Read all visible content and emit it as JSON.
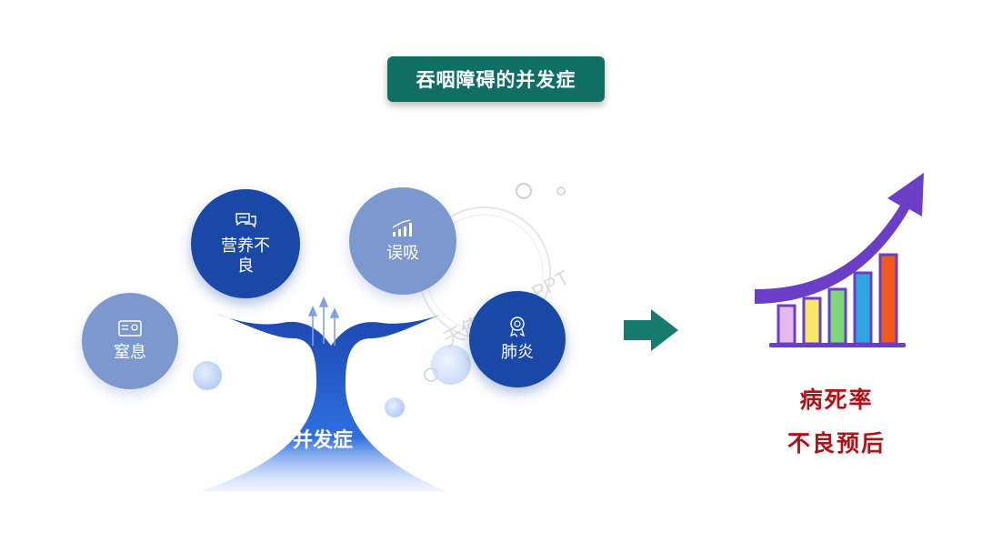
{
  "title": "吞咽障碍的并发症",
  "center_label": "并发症",
  "complications": [
    {
      "label": "窒息",
      "icon": "id-card-icon"
    },
    {
      "label": "营养不\n良",
      "icon": "chat-bubbles-icon"
    },
    {
      "label": "误吸",
      "icon": "bar-chart-icon"
    },
    {
      "label": "肺炎",
      "icon": "award-badge-icon"
    }
  ],
  "outcomes": [
    "病死率",
    "不良预后"
  ],
  "watermark": "天使亦凡人PPT",
  "colors": {
    "title_bg": "#0f6f63",
    "dark_blue": "#1a48a6",
    "light_blue": "#7d98cf",
    "arrow": "#167a6e",
    "outcome_text": "#b01218",
    "growth_arrow": "#6a3fc6",
    "bars": [
      "#e6b8f0",
      "#f6e96a",
      "#7fd67a",
      "#2fa6e0",
      "#f25a1a"
    ]
  }
}
